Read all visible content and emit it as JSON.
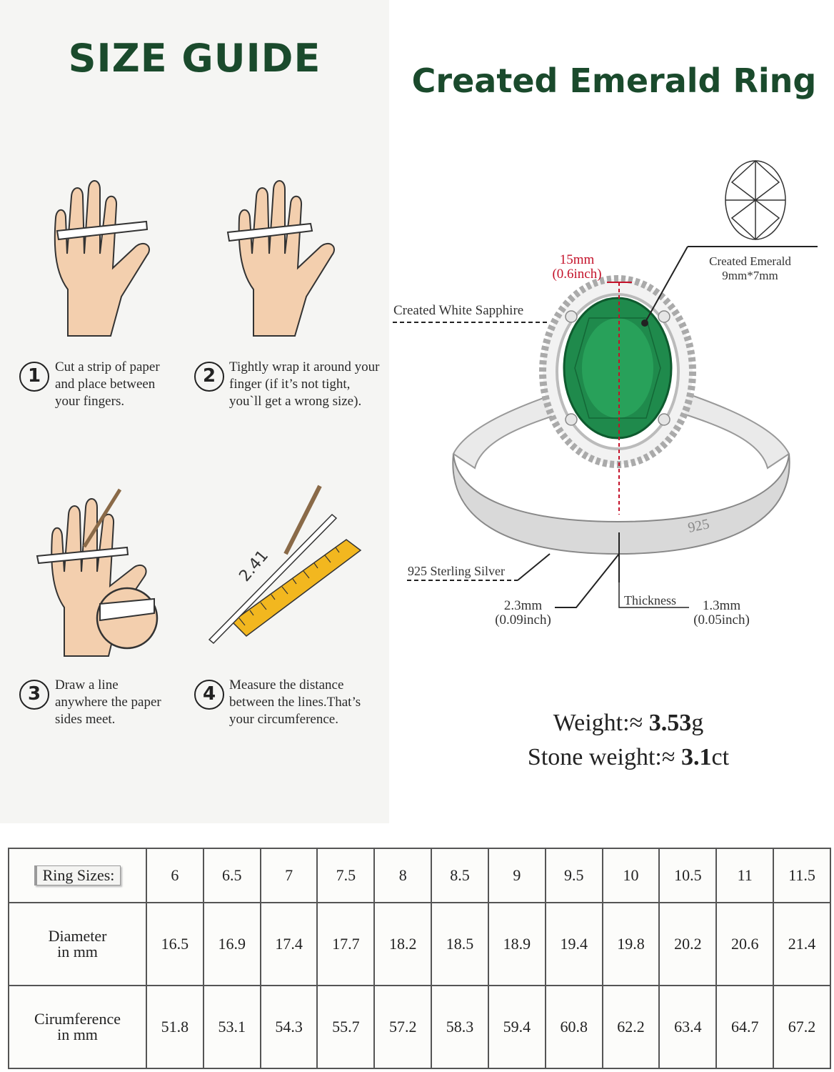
{
  "left": {
    "title": "SIZE GUIDE",
    "steps": [
      {
        "num": "1",
        "text": "Cut a strip of paper and place between your fingers."
      },
      {
        "num": "2",
        "text": "Tightly wrap it around your finger (if it’s not tight, you`ll get a wrong size)."
      },
      {
        "num": "3",
        "text": "Draw a line anywhere the paper sides meet."
      },
      {
        "num": "4",
        "text": "Measure the distance between the lines.That’s your circumference."
      }
    ],
    "ruler_mark": "2.41"
  },
  "ring": {
    "title": "Created Emerald Ring",
    "height_mm": "15mm",
    "height_inch": "(0.6inch)",
    "emerald_label": "Created Emerald",
    "emerald_size": "9mm*7mm",
    "sapphire_label": "Created White Sapphire",
    "silver_label": "925 Sterling Silver",
    "band_width_mm": "2.3mm",
    "band_width_inch": "(0.09inch)",
    "thickness_label": "Thickness",
    "thickness_mm": "1.3mm",
    "thickness_inch": "(0.05inch)",
    "stamp": "925",
    "weight_label": "Weight:≈ ",
    "weight_value": "3.53",
    "weight_unit": "g",
    "stone_label": "Stone weight:≈ ",
    "stone_value": "3.1",
    "stone_unit": "ct"
  },
  "colors": {
    "title_green": "#1a4a2c",
    "emerald": "#1f8a4c",
    "measure_red": "#c4122a",
    "ruler_yellow": "#f2b71f"
  },
  "table": {
    "ring_sizes_label": "Ring Sizes:",
    "diameter_label_1": "Diameter",
    "diameter_label_2": "in mm",
    "circ_label_1": "Cirumference",
    "circ_label_2": "in mm",
    "sizes": [
      "6",
      "6.5",
      "7",
      "7.5",
      "8",
      "8.5",
      "9",
      "9.5",
      "10",
      "10.5",
      "11",
      "11.5"
    ],
    "diameters": [
      "16.5",
      "16.9",
      "17.4",
      "17.7",
      "18.2",
      "18.5",
      "18.9",
      "19.4",
      "19.8",
      "20.2",
      "20.6",
      "21.4"
    ],
    "circumferences": [
      "51.8",
      "53.1",
      "54.3",
      "55.7",
      "57.2",
      "58.3",
      "59.4",
      "60.8",
      "62.2",
      "63.4",
      "64.7",
      "67.2"
    ]
  }
}
